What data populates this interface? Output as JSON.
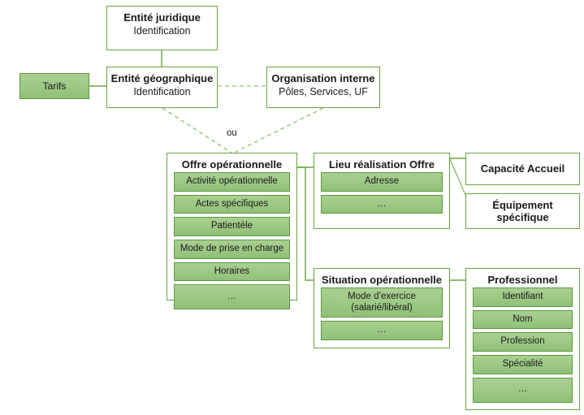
{
  "diagram": {
    "title_text": "",
    "colors": {
      "outline": "#6aa344",
      "chip_fill": "#9cc884",
      "chip_border": "#5d9a3c",
      "connector_solid": "#6aa344",
      "connector_dashed": "#8dbf6b",
      "text": "#1a1a1a",
      "background": "#ffffff"
    },
    "connector_label_ou": "ou"
  },
  "nodes": {
    "entite_juridique": {
      "title": "Entité juridique",
      "subtitle": "Identification"
    },
    "entite_geographique": {
      "title": "Entité géographique",
      "subtitle": "Identification"
    },
    "organisation_interne": {
      "title": "Organisation interne",
      "subtitle": "Pôles, Services, UF"
    },
    "tarifs": {
      "title": "Tarifs"
    },
    "offre_operationnelle": {
      "title": "Offre opérationnelle",
      "attributes": [
        "Activité opérationnelle",
        "Actes spécifiques",
        "Patientèle",
        "Mode de prise en charge",
        "Horaires",
        "…"
      ]
    },
    "lieu_realisation_offre": {
      "title": "Lieu réalisation Offre",
      "attributes": [
        "Adresse",
        "…"
      ]
    },
    "capacite_accueil": {
      "title": "Capacité Accueil"
    },
    "equipement_specifique": {
      "title": "Équipement\nspécifique"
    },
    "situation_operationnelle": {
      "title": "Situation opérationnelle",
      "attributes": [
        "Mode d’exercice\n(salarié/libéral)",
        "…"
      ]
    },
    "professionnel": {
      "title": "Professionnel",
      "attributes": [
        "Identifiant",
        "Nom",
        "Profession",
        "Spécialité",
        "…"
      ]
    }
  }
}
